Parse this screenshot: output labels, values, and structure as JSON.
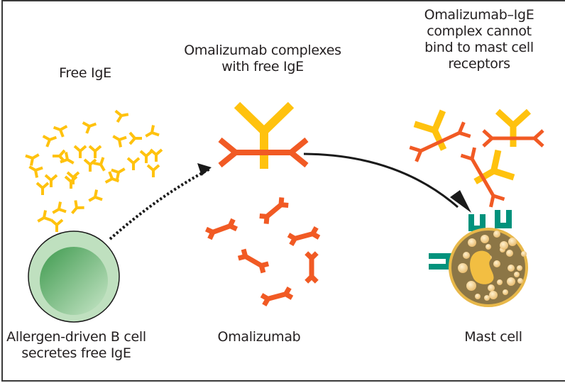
{
  "labels": {
    "free_ige": "Free IgE",
    "complexes": "Omalizumab complexes\nwith free IgE",
    "cannot_bind": "Omalizumab–IgE\ncomplex cannot\nbind to mast cell\nreceptors",
    "b_cell": "Allergen-driven B cell\nsecretes free IgE",
    "omalizumab": "Omalizumab",
    "mast_cell": "Mast cell"
  },
  "colors": {
    "ige_yellow": "#FFC20E",
    "omalizumab_orange": "#F15A24",
    "receptor_teal": "#00927C",
    "mast_cell_body": "#8C7646",
    "mast_cell_rim": "#E8B84A",
    "b_cell_outer": "#BFE0BF",
    "b_cell_inner": "#3E9A4E",
    "arrow": "#1a1a1a"
  },
  "entities": {
    "free_ige_count": 30,
    "omalizumab_free_count": 7,
    "bound_complexes_count": 3,
    "mast_cell_receptors": 3
  }
}
